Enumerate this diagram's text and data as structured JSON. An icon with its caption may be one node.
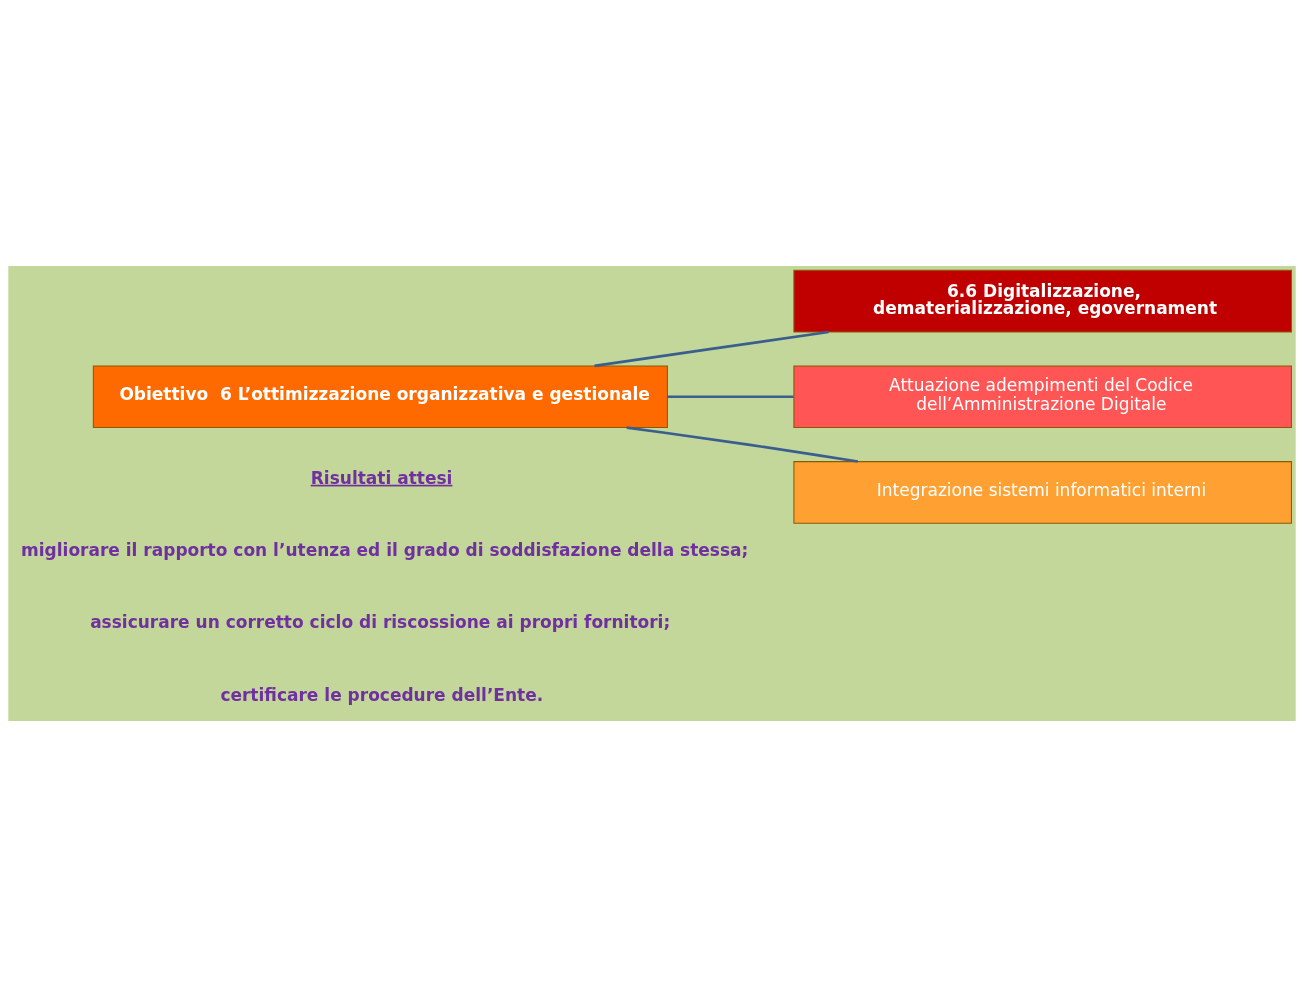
{
  "diagram": {
    "nodes": [
      {
        "text": [
          "Obiettivo  6 L’ottimizzazione organizzativa e gestionale"
        ]
      },
      {
        "text": [
          "6.6 Digitalizzazione, dematerializzazione, egovernament"
        ]
      },
      {
        "text": [
          "Attuazione adempimenti del Codice dell’Amministrazione Digitale"
        ]
      },
      {
        "text": [
          "Integrazione sistemi informatici interni"
        ]
      }
    ],
    "edges": [
      {
        "from": 0,
        "to": 1,
        "arrow": "none"
      },
      {
        "from": 0,
        "to": 2,
        "arrow": "none"
      },
      {
        "from": 0,
        "to": 3,
        "arrow": "none"
      }
    ],
    "labels": [
      "Risultati attesi",
      "migliorare il rapporto con l’utenza ed il grado di soddisfazione della stessa;",
      "assicurare un corretto ciclo di riscossione ai propri fornitori;",
      "certificare le procedure dell’Ente."
    ]
  }
}
